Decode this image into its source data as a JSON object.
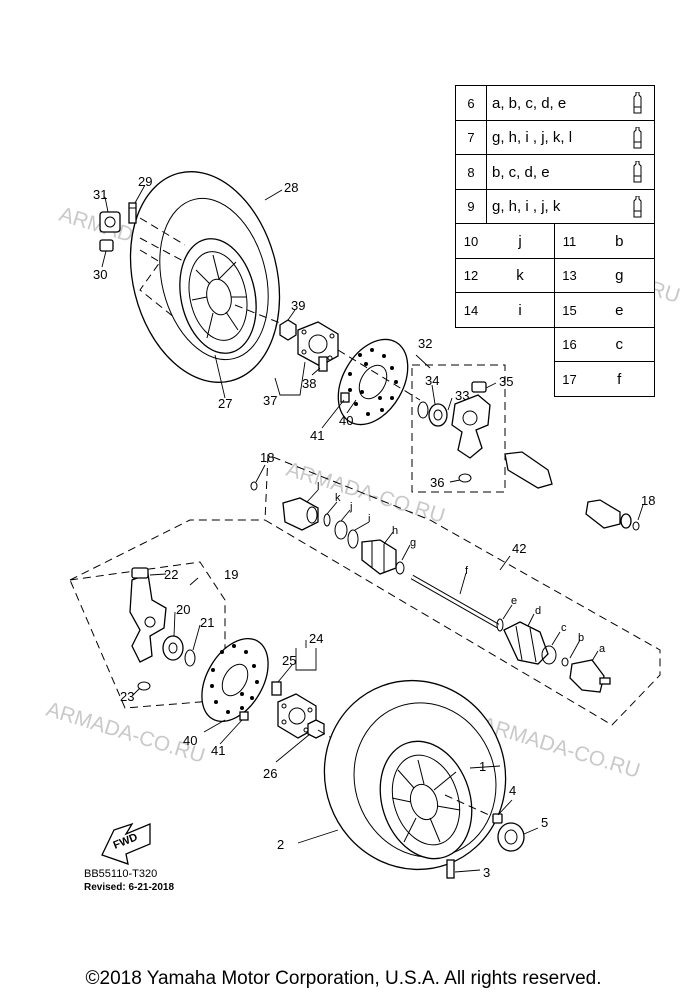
{
  "legend": {
    "rows": [
      {
        "num": "6",
        "text": "a, b, c, d, e"
      },
      {
        "num": "7",
        "text": "g, h, i , j, k, l"
      },
      {
        "num": "8",
        "text": "b, c, d, e"
      },
      {
        "num": "9",
        "text": "g, h, i , j, k"
      }
    ],
    "cells": [
      {
        "num": "10",
        "letter": "j"
      },
      {
        "num": "11",
        "letter": "b"
      },
      {
        "num": "12",
        "letter": "k"
      },
      {
        "num": "13",
        "letter": "g"
      },
      {
        "num": "14",
        "letter": "i"
      },
      {
        "num": "15",
        "letter": "e"
      },
      {
        "num": "16",
        "letter": "c"
      },
      {
        "num": "17",
        "letter": "f"
      }
    ]
  },
  "callouts": {
    "n1": "1",
    "n2": "2",
    "n3": "3",
    "n4": "4",
    "n5": "5",
    "n18a": "18",
    "n18b": "18",
    "n19": "19",
    "n20": "20",
    "n21": "21",
    "n22": "22",
    "n23": "23",
    "n24": "24",
    "n25": "25",
    "n26": "26",
    "n27": "27",
    "n28": "28",
    "n29": "29",
    "n30": "30",
    "n31": "31",
    "n32": "32",
    "n33": "33",
    "n34": "34",
    "n35": "35",
    "n36": "36",
    "n37": "37",
    "n38": "38",
    "n39": "39",
    "n40a": "40",
    "n40b": "40",
    "n41a": "41",
    "n41b": "41",
    "n42": "42"
  },
  "letters": {
    "a": "a",
    "b": "b",
    "c": "c",
    "d": "d",
    "e": "e",
    "f": "f",
    "g": "g",
    "h": "h",
    "i": "i",
    "j": "j",
    "k": "k",
    "l": "l"
  },
  "fwd": "FWD",
  "watermark": "ARMADA-CO.RU",
  "code": "BB55110-T320",
  "revised": "Revised: 6-21-2018",
  "copyright": "©2018 Yamaha Motor Corporation, U.S.A. All rights reserved."
}
